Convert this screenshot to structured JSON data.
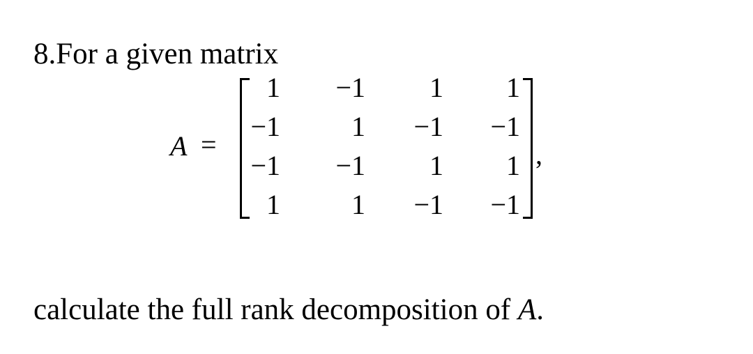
{
  "heading": "8.For a given matrix",
  "equation": {
    "variable": "A",
    "equals": "=",
    "trailing_punctuation": ",",
    "matrix": [
      [
        "1",
        "−1",
        "1",
        "1"
      ],
      [
        "−1",
        "1",
        "−1",
        "−1"
      ],
      [
        "−1",
        "−1",
        "1",
        "1"
      ],
      [
        "1",
        "1",
        "−1",
        "−1"
      ]
    ]
  },
  "instruction": {
    "text": "calculate the full rank decomposition of ",
    "variable": "A",
    "end": "."
  }
}
